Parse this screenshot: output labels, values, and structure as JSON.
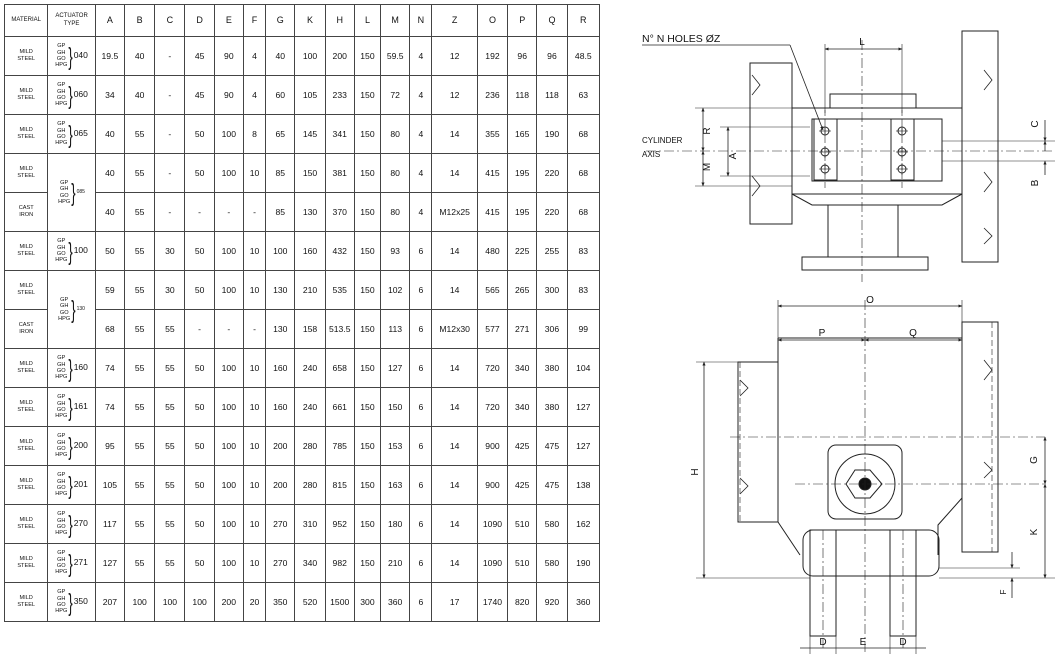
{
  "table": {
    "headers": {
      "material": "MATERIAL",
      "actuator_line1": "ACTUATOR",
      "actuator_line2": "TYPE",
      "cols": [
        "A",
        "B",
        "C",
        "D",
        "E",
        "F",
        "G",
        "K",
        "H",
        "L",
        "M",
        "N",
        "Z",
        "O",
        "P",
        "Q",
        "R"
      ]
    },
    "actuator_types": [
      "GP",
      "GH",
      "GO",
      "HPG"
    ],
    "rows": [
      {
        "material": [
          "MILD",
          "STEEL"
        ],
        "code": "040",
        "values": [
          "19.5",
          "40",
          "-",
          "45",
          "90",
          "4",
          "40",
          "100",
          "200",
          "150",
          "59.5",
          "4",
          "12",
          "192",
          "96",
          "96",
          "48.5"
        ]
      },
      {
        "material": [
          "MILD",
          "STEEL"
        ],
        "code": "060",
        "values": [
          "34",
          "40",
          "-",
          "45",
          "90",
          "4",
          "60",
          "105",
          "233",
          "150",
          "72",
          "4",
          "12",
          "236",
          "118",
          "118",
          "63"
        ]
      },
      {
        "material": [
          "MILD",
          "STEEL"
        ],
        "code": "065",
        "values": [
          "40",
          "55",
          "-",
          "50",
          "100",
          "8",
          "65",
          "145",
          "341",
          "150",
          "80",
          "4",
          "14",
          "355",
          "165",
          "190",
          "68"
        ]
      },
      {
        "material": [
          "MILD",
          "STEEL"
        ],
        "code": "085",
        "group": "start",
        "values": [
          "40",
          "55",
          "-",
          "50",
          "100",
          "10",
          "85",
          "150",
          "381",
          "150",
          "80",
          "4",
          "14",
          "415",
          "195",
          "220",
          "68"
        ]
      },
      {
        "material": [
          "CAST",
          "IRON"
        ],
        "group": "cont",
        "values": [
          "40",
          "55",
          "-",
          "-",
          "-",
          "-",
          "85",
          "130",
          "370",
          "150",
          "80",
          "4",
          "M12x25",
          "415",
          "195",
          "220",
          "68"
        ]
      },
      {
        "material": [
          "MILD",
          "STEEL"
        ],
        "code": "100",
        "values": [
          "50",
          "55",
          "30",
          "50",
          "100",
          "10",
          "100",
          "160",
          "432",
          "150",
          "93",
          "6",
          "14",
          "480",
          "225",
          "255",
          "83"
        ]
      },
      {
        "material": [
          "MILD",
          "STEEL"
        ],
        "code": "130",
        "group": "start",
        "values": [
          "59",
          "55",
          "30",
          "50",
          "100",
          "10",
          "130",
          "210",
          "535",
          "150",
          "102",
          "6",
          "14",
          "565",
          "265",
          "300",
          "83"
        ]
      },
      {
        "material": [
          "CAST",
          "IRON"
        ],
        "group": "cont",
        "values": [
          "68",
          "55",
          "55",
          "-",
          "-",
          "-",
          "130",
          "158",
          "513.5",
          "150",
          "113",
          "6",
          "M12x30",
          "577",
          "271",
          "306",
          "99"
        ]
      },
      {
        "material": [
          "MILD",
          "STEEL"
        ],
        "code": "160",
        "values": [
          "74",
          "55",
          "55",
          "50",
          "100",
          "10",
          "160",
          "240",
          "658",
          "150",
          "127",
          "6",
          "14",
          "720",
          "340",
          "380",
          "104"
        ]
      },
      {
        "material": [
          "MILD",
          "STEEL"
        ],
        "code": "161",
        "values": [
          "74",
          "55",
          "55",
          "50",
          "100",
          "10",
          "160",
          "240",
          "661",
          "150",
          "150",
          "6",
          "14",
          "720",
          "340",
          "380",
          "127"
        ]
      },
      {
        "material": [
          "MILD",
          "STEEL"
        ],
        "code": "200",
        "values": [
          "95",
          "55",
          "55",
          "50",
          "100",
          "10",
          "200",
          "280",
          "785",
          "150",
          "153",
          "6",
          "14",
          "900",
          "425",
          "475",
          "127"
        ]
      },
      {
        "material": [
          "MILD",
          "STEEL"
        ],
        "code": "201",
        "values": [
          "105",
          "55",
          "55",
          "50",
          "100",
          "10",
          "200",
          "280",
          "815",
          "150",
          "163",
          "6",
          "14",
          "900",
          "425",
          "475",
          "138"
        ]
      },
      {
        "material": [
          "MILD",
          "STEEL"
        ],
        "code": "270",
        "values": [
          "117",
          "55",
          "55",
          "50",
          "100",
          "10",
          "270",
          "310",
          "952",
          "150",
          "180",
          "6",
          "14",
          "1090",
          "510",
          "580",
          "162"
        ]
      },
      {
        "material": [
          "MILD",
          "STEEL"
        ],
        "code": "271",
        "values": [
          "127",
          "55",
          "55",
          "50",
          "100",
          "10",
          "270",
          "340",
          "982",
          "150",
          "210",
          "6",
          "14",
          "1090",
          "510",
          "580",
          "190"
        ]
      },
      {
        "material": [
          "MILD",
          "STEEL"
        ],
        "code": "350",
        "values": [
          "207",
          "100",
          "100",
          "100",
          "200",
          "20",
          "350",
          "520",
          "1500",
          "300",
          "360",
          "6",
          "17",
          "1740",
          "820",
          "920",
          "360"
        ]
      }
    ]
  },
  "drawing": {
    "holes_label": "N° N  HOLES  ØZ",
    "cylinder_axis_line1": "CYLINDER",
    "cylinder_axis_line2": "AXIS",
    "dim_labels": {
      "L": "L",
      "R": "R",
      "M": "M",
      "A": "A",
      "C": "C",
      "B": "B",
      "O": "O",
      "P": "P",
      "Q": "Q",
      "H": "H",
      "G": "G",
      "K": "K",
      "F": "F",
      "D1": "D",
      "E": "E",
      "D2": "D"
    }
  }
}
